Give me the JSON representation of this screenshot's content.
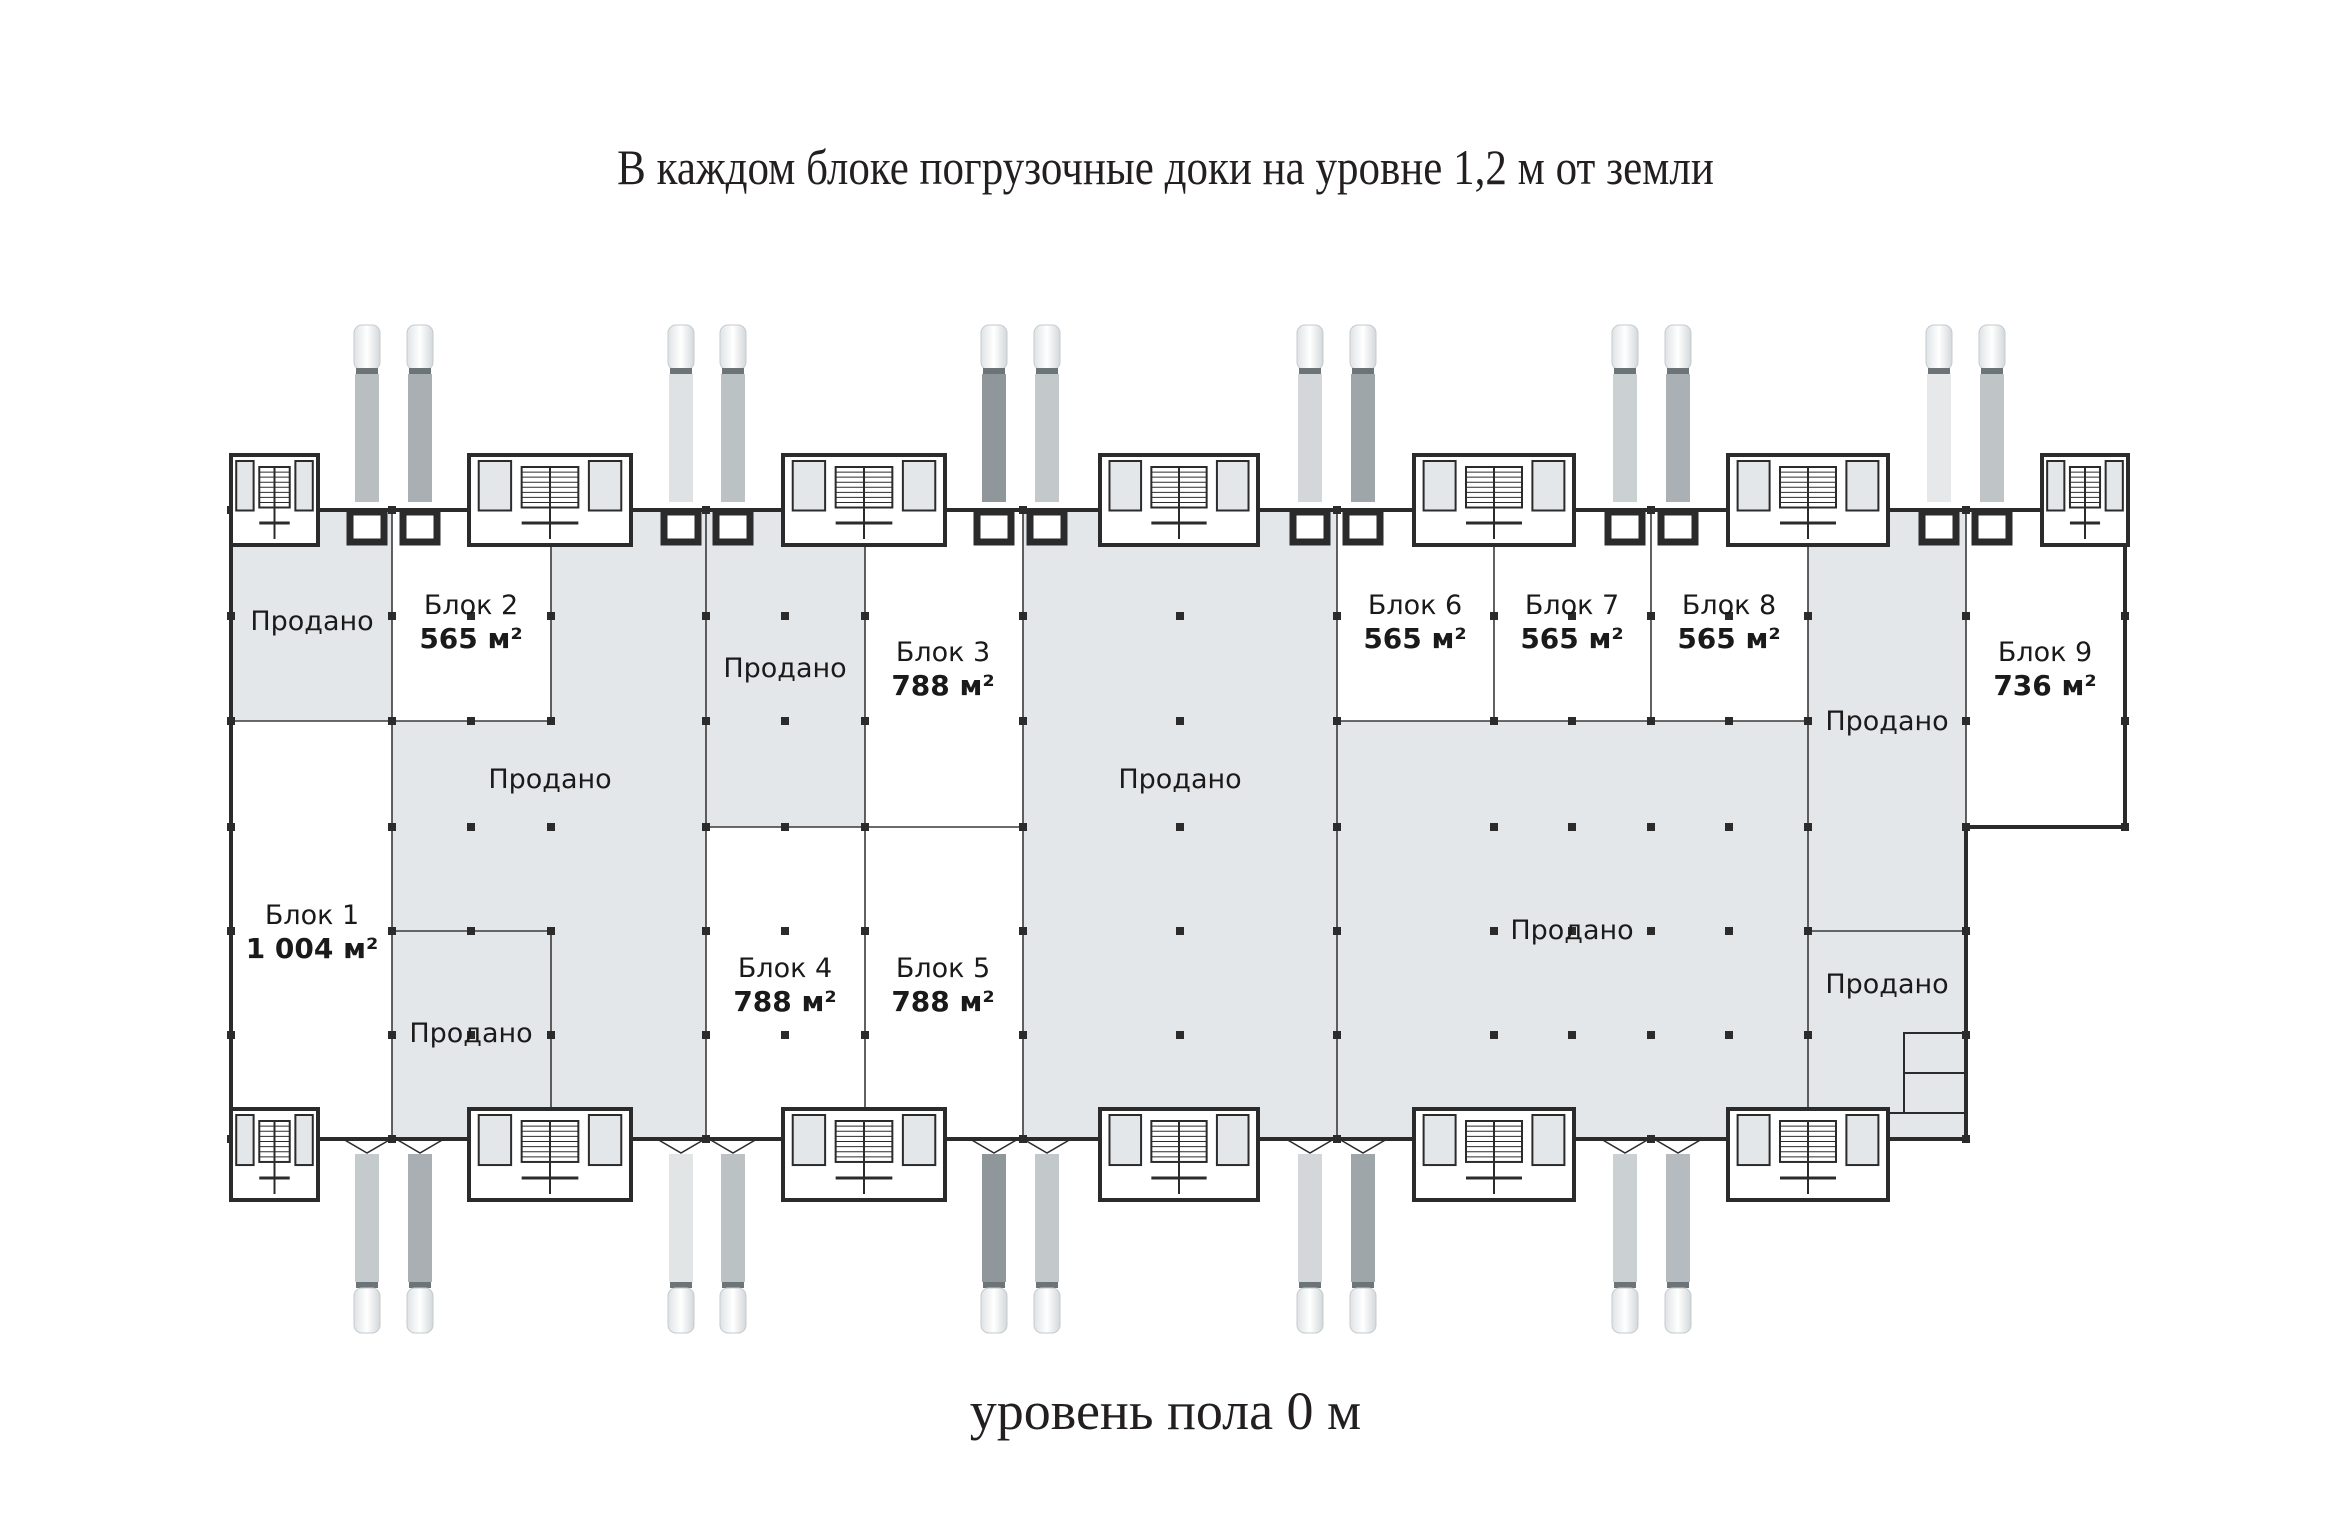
{
  "header": {
    "title": "В каждом блоке погрузочные доки на уровне 1,2 м от земли"
  },
  "footer": {
    "caption": "уровень пола 0 м"
  },
  "colors": {
    "sold_fill": "#e4e7e9",
    "available_fill": "#ffffff",
    "wall": "#2b2b2b",
    "grid_line": "#3a3a3a"
  },
  "legend_status": {
    "sold_label": "Продано"
  },
  "blocks": [
    {
      "id": "block-1",
      "name": "Блок 1",
      "area": "1 004 м²",
      "status": "available"
    },
    {
      "id": "block-2",
      "name": "Блок 2",
      "area": "565 м²",
      "status": "available"
    },
    {
      "id": "block-3",
      "name": "Блок 3",
      "area": "788 м²",
      "status": "available"
    },
    {
      "id": "block-4",
      "name": "Блок 4",
      "area": "788 м²",
      "status": "available"
    },
    {
      "id": "block-5",
      "name": "Блок 5",
      "area": "788 м²",
      "status": "available"
    },
    {
      "id": "block-6",
      "name": "Блок 6",
      "area": "565 м²",
      "status": "available"
    },
    {
      "id": "block-7",
      "name": "Блок 7",
      "area": "565 м²",
      "status": "available"
    },
    {
      "id": "block-8",
      "name": "Блок 8",
      "area": "565 м²",
      "status": "available"
    },
    {
      "id": "block-9",
      "name": "Блок 9",
      "area": "736 м²",
      "status": "available"
    }
  ],
  "sold_zones": [
    {
      "id": "sold-1",
      "label": "Продано"
    },
    {
      "id": "sold-2",
      "label": "Продано"
    },
    {
      "id": "sold-3",
      "label": "Продано"
    },
    {
      "id": "sold-4",
      "label": "Продано"
    },
    {
      "id": "sold-5",
      "label": "Продано"
    },
    {
      "id": "sold-6",
      "label": "Продано"
    },
    {
      "id": "sold-7",
      "label": "Продано"
    },
    {
      "id": "sold-8",
      "label": "Продано"
    }
  ],
  "trucks": {
    "top_tones": [
      "#b9bec1",
      "#a9afb2",
      "#dfe2e4",
      "#bcc1c4",
      "#8f979b",
      "#c3c8ca",
      "#d3d7d9",
      "#9fa6aa",
      "#cbd0d2",
      "#aab0b3",
      "#e6e8e9",
      "#bfc4c7"
    ],
    "bottom_tones": [
      "#c5cacc",
      "#a9afb2",
      "#e2e5e6",
      "#bcc1c4",
      "#8f979b",
      "#c3c8ca",
      "#d3d7d9",
      "#9fa6aa",
      "#cbd0d2",
      "#b5bbbe"
    ]
  }
}
